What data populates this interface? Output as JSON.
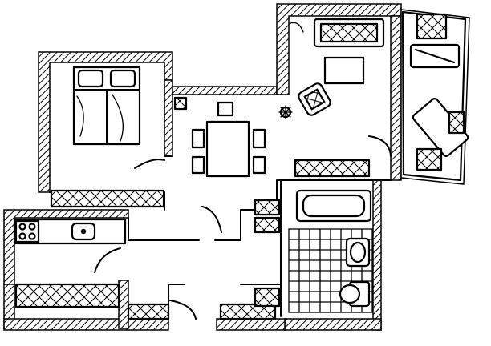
{
  "drawing": {
    "style": "hand-drawn floor plan, black ink on white",
    "line_color": "#000000",
    "background_color": "#ffffff"
  },
  "rooms": [
    {
      "id": "bedroom",
      "contents": [
        "double-bed",
        "two-pillows",
        "window"
      ]
    },
    {
      "id": "dining-area",
      "contents": [
        "dining-table",
        "four-chairs"
      ]
    },
    {
      "id": "living-room",
      "contents": [
        "sofa",
        "coffee-table",
        "armchair",
        "plant",
        "window"
      ]
    },
    {
      "id": "balcony",
      "contents": [
        "sun-lounger",
        "sun-lounger",
        "bench",
        "planter-boxes"
      ]
    },
    {
      "id": "kitchen",
      "contents": [
        "stove-four-burners",
        "sink",
        "counter"
      ]
    },
    {
      "id": "bathroom",
      "contents": [
        "bathtub",
        "washbasin",
        "toilet",
        "tiled-floor"
      ]
    },
    {
      "id": "hallway",
      "contents": [
        "entrance-door"
      ]
    }
  ]
}
